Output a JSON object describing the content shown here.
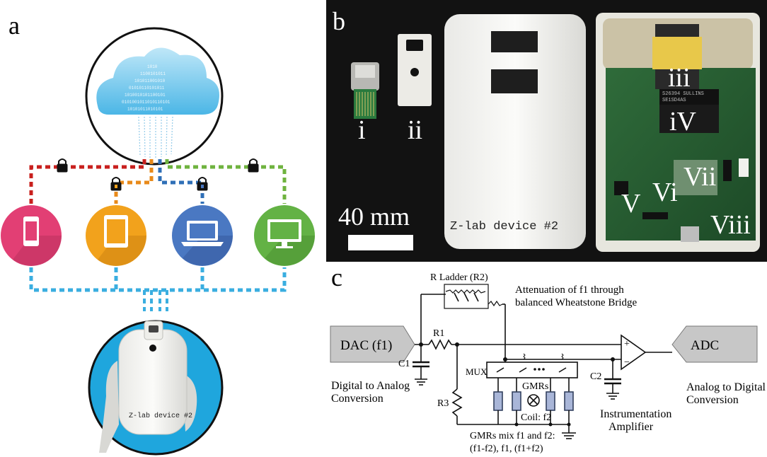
{
  "panels": {
    "a": {
      "letter": "a",
      "device_label": "Z-lab device #2"
    },
    "b": {
      "letter": "b",
      "parts": [
        "i",
        "ii",
        "iii",
        "iV",
        "V",
        "Vi",
        "Vii",
        "Viii"
      ],
      "housing_label": "Z-lab device #2",
      "scale_bar": "40 mm",
      "chip_text_1": "S26394 SULLINS",
      "chip_text_2": "SE1SD4AS"
    },
    "c": {
      "letter": "c",
      "dac": "DAC (f1)",
      "adc": "ADC",
      "r_ladder": "R Ladder (R2)",
      "attenuation_1": "Attenuation of f1 through",
      "attenuation_2": "balanced Wheatstone Bridge",
      "r1": "R1",
      "c1": "C1",
      "r3": "R3",
      "c2": "C2",
      "mux": "MUX",
      "gmrs": "GMRs",
      "coil": "Coil: f2",
      "mix_1": "GMRs mix f1 and f2:",
      "mix_2": "(f1-f2), f1, (f1+f2)",
      "dac_desc_1": "Digital to Analog",
      "dac_desc_2": "Conversion",
      "adc_desc_1": "Analog to Digital",
      "adc_desc_2": "Conversion",
      "amp_1": "Instrumentation",
      "amp_2": "Amplifier",
      "plus": "+",
      "minus": "−"
    }
  },
  "colors": {
    "red_line": "#c8201e",
    "orange_line": "#e88a1a",
    "blue_line": "#2f6fb7",
    "green_line": "#6fb33f",
    "cyan_line": "#3aaee0",
    "phone": "#e23f74",
    "tablet": "#f2a21c",
    "laptop": "#4a78c2",
    "monitor": "#63b245",
    "hand_circle": "#1fa6dd",
    "photo_bg": "#121212"
  }
}
